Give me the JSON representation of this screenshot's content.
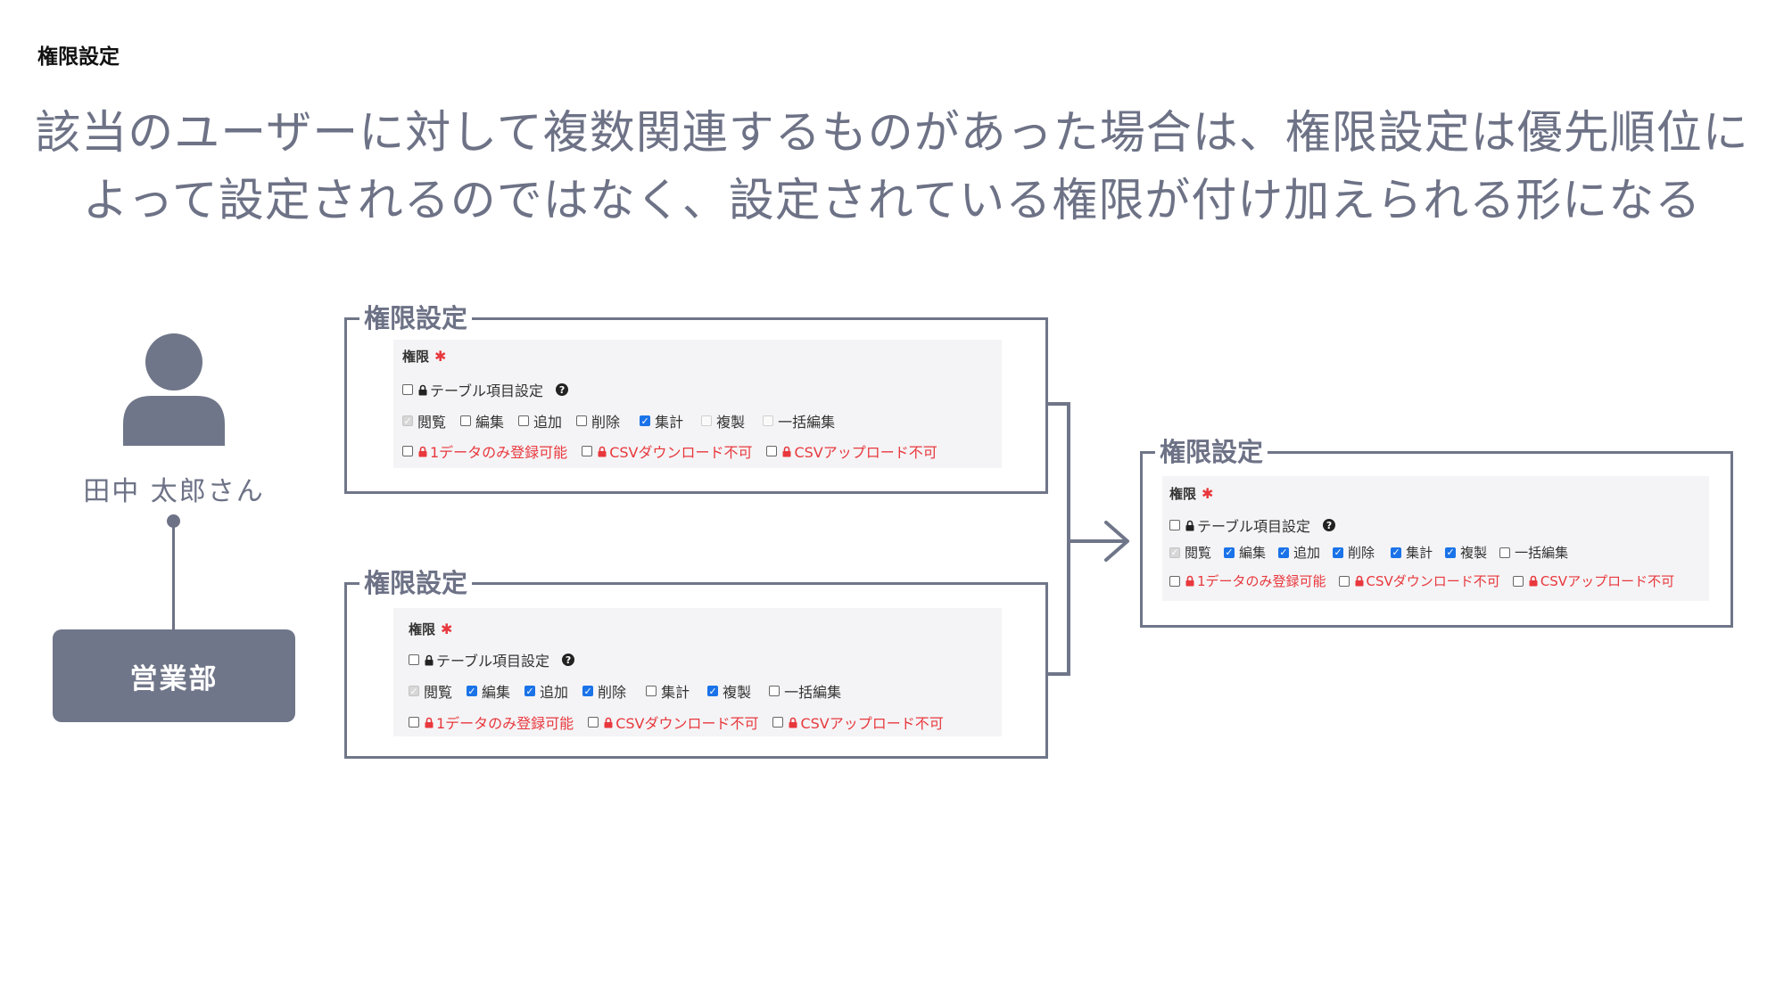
{
  "page_label": "権限設定",
  "headline": {
    "line1": "該当のユーザーに対して複数関連するものがあった場合は、権限設定は優先順位に",
    "line2": "よって設定されるのではなく、設定されている権限が付け加えられる形になる"
  },
  "user": {
    "name": "田中 太郎さん",
    "department": "営業部"
  },
  "panels": [
    {
      "title": "権限設定",
      "field_label": "権限",
      "required_mark": "✱",
      "table_setting": {
        "label": "テーブル項目設定",
        "checked": false,
        "help": "?"
      },
      "permissions": [
        {
          "label": "閲覧",
          "state": "disabled-checked"
        },
        {
          "label": "編集",
          "state": "unchecked"
        },
        {
          "label": "追加",
          "state": "unchecked"
        },
        {
          "label": "削除",
          "state": "unchecked"
        },
        {
          "label": "集計",
          "state": "checked"
        },
        {
          "label": "複製",
          "state": "disabled"
        },
        {
          "label": "一括編集",
          "state": "disabled"
        }
      ],
      "restrictions": [
        {
          "label": "1データのみ登録可能",
          "checked": false
        },
        {
          "label": "CSVダウンロード不可",
          "checked": false
        },
        {
          "label": "CSVアップロード不可",
          "checked": false
        }
      ]
    },
    {
      "title": "権限設定",
      "field_label": "権限",
      "required_mark": "✱",
      "table_setting": {
        "label": "テーブル項目設定",
        "checked": false,
        "help": "?"
      },
      "permissions": [
        {
          "label": "閲覧",
          "state": "disabled-checked"
        },
        {
          "label": "編集",
          "state": "checked"
        },
        {
          "label": "追加",
          "state": "checked"
        },
        {
          "label": "削除",
          "state": "checked"
        },
        {
          "label": "集計",
          "state": "unchecked"
        },
        {
          "label": "複製",
          "state": "checked"
        },
        {
          "label": "一括編集",
          "state": "unchecked"
        }
      ],
      "restrictions": [
        {
          "label": "1データのみ登録可能",
          "checked": false
        },
        {
          "label": "CSVダウンロード不可",
          "checked": false
        },
        {
          "label": "CSVアップロード不可",
          "checked": false
        }
      ]
    },
    {
      "title": "権限設定",
      "field_label": "権限",
      "required_mark": "✱",
      "table_setting": {
        "label": "テーブル項目設定",
        "checked": false,
        "help": "?"
      },
      "permissions": [
        {
          "label": "閲覧",
          "state": "disabled-checked"
        },
        {
          "label": "編集",
          "state": "checked"
        },
        {
          "label": "追加",
          "state": "checked"
        },
        {
          "label": "削除",
          "state": "checked"
        },
        {
          "label": "集計",
          "state": "checked"
        },
        {
          "label": "複製",
          "state": "checked"
        },
        {
          "label": "一括編集",
          "state": "unchecked"
        }
      ],
      "restrictions": [
        {
          "label": "1データのみ登録可能",
          "checked": false
        },
        {
          "label": "CSVダウンロード不可",
          "checked": false
        },
        {
          "label": "CSVアップロード不可",
          "checked": false
        }
      ]
    }
  ],
  "colors": {
    "accent_gray": "#707689",
    "check_blue": "#1a73e8",
    "restriction_red": "#e8383d",
    "form_bg": "#f4f4f6"
  }
}
